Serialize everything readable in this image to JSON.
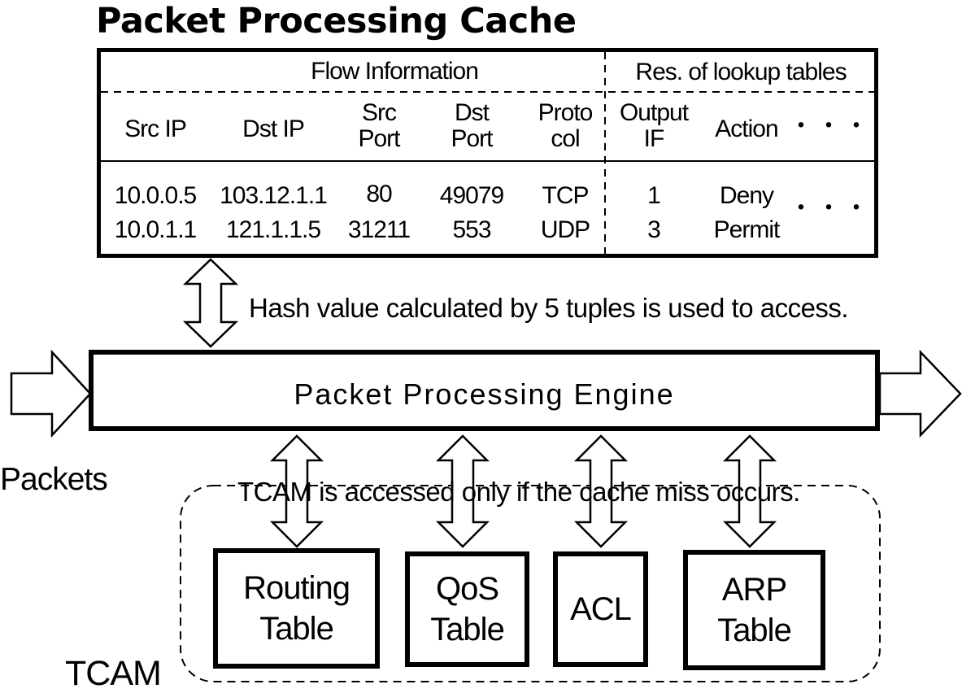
{
  "title": "Packet Processing Cache",
  "cache": {
    "flow_header": "Flow Information",
    "results_header": "Res. of lookup tables",
    "columns": [
      {
        "line1": "Src IP",
        "line2": ""
      },
      {
        "line1": "Dst IP",
        "line2": ""
      },
      {
        "line1": "Src",
        "line2": "Port"
      },
      {
        "line1": "Dst",
        "line2": "Port"
      },
      {
        "line1": "Proto",
        "line2": "col"
      },
      {
        "line1": "Output",
        "line2": "IF"
      },
      {
        "line1": "Action",
        "line2": ""
      },
      {
        "line1": "・・・",
        "line2": ""
      }
    ],
    "rows": [
      [
        "10.0.0.5",
        "103.12.1.1",
        "80",
        "49079",
        "TCP",
        "1",
        "Deny"
      ],
      [
        "10.0.1.1",
        "121.1.1.5",
        "31211",
        "553",
        "UDP",
        "3",
        "Permit"
      ]
    ],
    "row_ellipsis": "・・・"
  },
  "hash_note": "Hash value calculated by 5 tuples is used to access.",
  "engine_label": "Packet Processing Engine",
  "packets_label": "Packets",
  "tcam_note": "TCAM is accessed only if the cache miss occurs.",
  "tcam_label": "TCAM",
  "tables": [
    {
      "line1": "Routing",
      "line2": "Table"
    },
    {
      "line1": "QoS",
      "line2": "Table"
    },
    {
      "line1": "ACL",
      "line2": ""
    },
    {
      "line1": "ARP",
      "line2": "Table"
    }
  ]
}
